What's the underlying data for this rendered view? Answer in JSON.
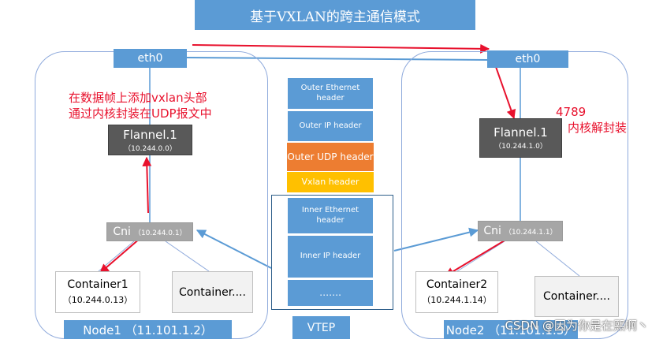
{
  "title": "基于VXLAN的跨主通信模式",
  "left": {
    "eth0": "eth0",
    "flannel_name": "Flannel.1",
    "flannel_ip": "（10.244.0.0）",
    "cni_name": "Cni",
    "cni_ip": "（10.244.0.1）",
    "container1_name": "Container1",
    "container1_ip": "（10.244.0.13）",
    "container2_name": "Container....",
    "node_label": "Node1 （11.101.1.2）",
    "annotation_line1": "在数据帧上添加vxlan头部",
    "annotation_line2": "通过内核封装在UDP报文中"
  },
  "right": {
    "eth0": "eth0",
    "flannel_name": "Flannel.1",
    "flannel_ip": "（10.244.1.0）",
    "cni_name": "Cni",
    "cni_ip": "（10.244.1.1）",
    "container1_name": "Container2",
    "container1_ip": "（10.244.1.14）",
    "container2_name": "Container....",
    "node_label": "Node2 （11.101.1.3）",
    "annotation_line1": "4789",
    "annotation_line2": "内核解封装"
  },
  "stack": {
    "outer_eth": "Outer Ethernet header",
    "outer_ip": "Outer IP header",
    "outer_udp": "Outer UDP header",
    "vxlan": "Vxlan header",
    "inner_eth": "Inner  Ethernet header",
    "inner_ip": "Inner  IP header",
    "dots": "…….",
    "vtep": "VTEP"
  },
  "watermark": "CSDN @因为你是在熙啊丶",
  "colors": {
    "blue": "#5b9bd5",
    "grey": "#a6a6a6",
    "dark": "#595959",
    "orange": "#ed7d31",
    "yellow": "#ffc000",
    "red": "#e8112d",
    "node_border": "#8faadc"
  }
}
